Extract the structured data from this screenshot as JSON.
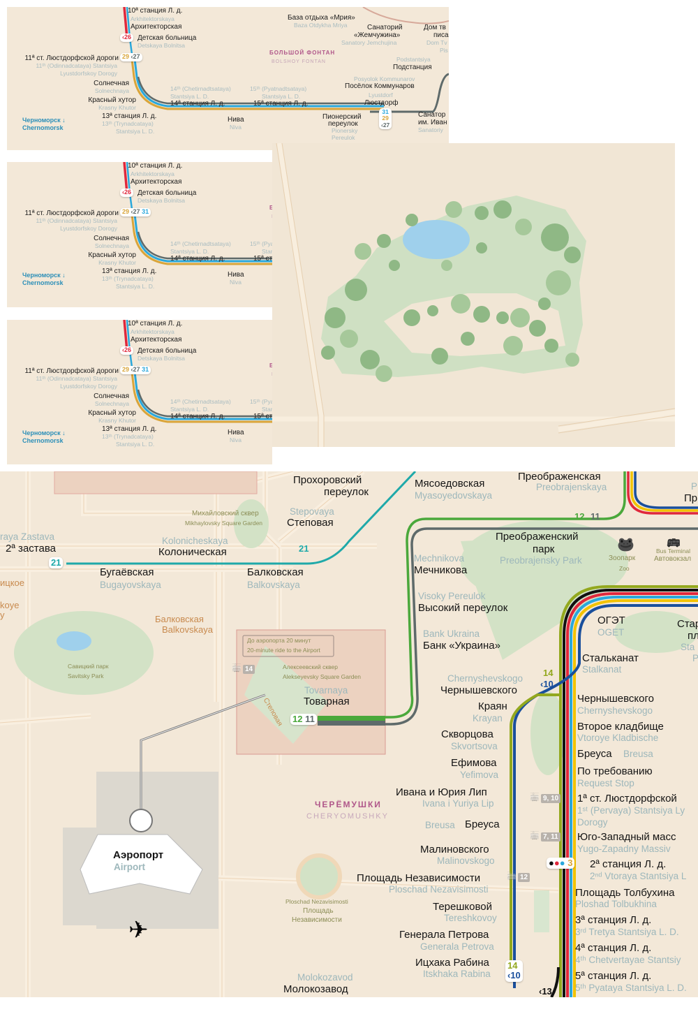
{
  "colors": {
    "background": "#f3e8d8",
    "line_gold": "#d9a53a",
    "line_cyan": "#2aa8dc",
    "line_red": "#e0283c",
    "line_black": "#111111",
    "line_green": "#4aa83b",
    "line_gray": "#5e6a6a",
    "line_teal": "#1fa9a9",
    "line_olive": "#93a81e",
    "line_navy": "#1a4f9c",
    "line_yellow": "#f2c200"
  },
  "top": {
    "st10": "10ª станция Л. д.",
    "arkh_t": "Arkhitektorskaya",
    "arkh": "Архитекторская",
    "detsk": "Детская больница",
    "detsk_t": "Detskaya Bolnitsa",
    "st11": "11ª ст. Люстдорфской дороги",
    "st11_t1": "11ᵗʰ (Odinnadcataya) Stantsiya",
    "st11_t2": "Lyustdorfskoy Dorogy",
    "soln": "Солнечная",
    "soln_t": "Solnechnaya",
    "kras": "Красный хутор",
    "kras_t": "Krasny Khutor",
    "chern": "Черноморск ↓",
    "chern_t": "Chernomorsk",
    "st13": "13ª станция Л. д.",
    "st13_t1": "13ᵗʰ (Trynadcataya)",
    "st13_t2": "Stantsiya L. D.",
    "st14_t1": "14ᵗʰ (Chetirnadtsataya)",
    "st14_t2": "Stantsiya L. D.",
    "st14": "14ª станция Л. д.",
    "st15_t1": "15ᵗʰ (Pyatnadtsataya)",
    "st15_t2": "Stantsiya L. D.",
    "st15": "15ª станция Л. д.",
    "niva": "Нива",
    "niva_t": "Niva",
    "pion1": "Пионерский",
    "pion2": "переулок",
    "pion_t1": "Pionersky",
    "pion_t2": "Pereulok",
    "lyust_t": "Lyustdorf",
    "lyust": "Люстдорф",
    "posk_t": "Posyolok Kommunarov",
    "posk": "Посёлок Коммунаров",
    "podst_t": "Podstantsiya",
    "podst": "Подстанция",
    "sanat1": "Санатор",
    "sanat2": "им. Иван",
    "sanat_t": "Sanatoriy",
    "bf": "БОЛЬШОЙ ФОНТАН",
    "bf_t": "BOLSHOY FONTAN",
    "mriya": "База отдыха «Мрия»",
    "mriya_t": "Baza Otdykha Mriya",
    "jem1": "Санаторий",
    "jem2": "«Жемчужина»",
    "jem_t": "Sanatory Jemchujina",
    "dom1": "Дом тв",
    "dom2": "писа",
    "dom_t1": "Dom Tv",
    "dom_t2": "Pis",
    "b26": "‹26",
    "b29": "29",
    "b27": "‹27",
    "b31": "31"
  },
  "bottom": {
    "prokh1": "Прохоровский",
    "prokh2": "переулок",
    "myas": "Мясоедовская",
    "myas_t": "Myasoyedovskaya",
    "preob": "Преображенская",
    "preob_t": "Preobrajenskaya",
    "pr": "Пр",
    "p1": "P",
    "mikh": "Михайловский сквер",
    "mikh_t": "Mikhaylovsky Square Garden",
    "step_t": "Stepovaya",
    "step": "Степовая",
    "l12": "12",
    "l11": "11",
    "zast_t": "raya Zastava",
    "zast": "2ª застава",
    "kolon_t": "Kolonicheskaya",
    "kolon": "Колоническая",
    "l21": "21",
    "b21": "21",
    "bug": "Бугаёвская",
    "bug_t": "Bugayovskaya",
    "balk": "Балковская",
    "balk_t": "Balkovskaya",
    "itskoe": "ицкое",
    "koye": "koye",
    "y": "y",
    "ppark1": "Преображенский",
    "ppark2": "парк",
    "ppark_t": "Preobrajensky Park",
    "mech_t": "Mechnikova",
    "mech": "Мечникова",
    "zoo": "Зоопарк",
    "zoo_t": "Zoo",
    "bus_t": "Bus Terminal",
    "bus": "Автовокзал",
    "vys_t": "Visoky Pereulok",
    "vys": "Высокий переулок",
    "oget": "ОГЭТ",
    "oget_t": "OGET",
    "star": "Стар",
    "pl": "пл",
    "sta": "Sta",
    "p2": "P",
    "balk2": "Балковская",
    "balk2_t": "Balkovskaya",
    "bank_t": "Bank Ukraina",
    "bank": "Банк «Украина»",
    "stalk": "Стальканат",
    "stalk_t": "Stalkanat",
    "air1": "До аэропорта 20 минут",
    "air2": "20-minute ride to the Airport",
    "t14": "14",
    "alex": "Алексеевский сквер",
    "alex_t": "Alekseyevsky Square Garden",
    "tov_t": "Tovarnaya",
    "tov": "Товарная",
    "step_st": "Степовая",
    "step_st_t": "Stepovaya",
    "sav": "Савицкий парк",
    "sav_t": "Savitsky Park",
    "chy_t": "Chernyshevskogo",
    "chy": "Чернышевского",
    "l14": "14",
    "l10": "‹10",
    "chy2": "Чернышевского",
    "chy2_t": "Chernyshevskogo",
    "kray": "Краян",
    "kray_t": "Krayan",
    "vtor": "Второе кладбище",
    "vtor_t": "Vtoroye Kladbische",
    "skv": "Скворцова",
    "skv_t": "Skvortsova",
    "breu": "Бреуса",
    "breu_t": "Breusa",
    "efim": "Ефимова",
    "efim_t": "Yefimova",
    "req": "По требованию",
    "req_t": "Request Stop",
    "lip": "Ивана и Юрия Лип",
    "lip_t": "Ivana i Yuriya Lip",
    "cher": "ЧЕРЁМУШКИ",
    "cher_t": "CHERYOMUSHKY",
    "t910": "9, 10",
    "st1": "1ª ст. Люстдорфской",
    "st1_t1": "1ˢᵗ (Pervaya) Stantsiya Ly",
    "st1_t2": "Dorogy",
    "breu2_t": "Breusa",
    "breu2": "Бреуса",
    "t711": "7, 11",
    "yugo": "Юго-Западный масс",
    "yugo_t": "Yugo-Zapadny Massiv",
    "malin": "Малиновского",
    "malin_t": "Malinovskogo",
    "b3": "3",
    "st2": "2ª станция Л. д.",
    "st2_t": "2ⁿᵈ Vtoraya Stantsiya L",
    "pnez": "Площадь Независимости",
    "pnez_t": "Ploschad Nezavisimosti",
    "t12": "12",
    "tolb": "Площадь Толбухина",
    "tolb_t": "Ploshad Tolbukhina",
    "pnez_s_t": "Ploschad Nezavisimosti",
    "pnez_s1": "Площадь",
    "pnez_s2": "Независимости",
    "tersh": "Терешковой",
    "tersh_t": "Tereshkovoy",
    "st3": "3ª станция Л. д.",
    "st3_t": "3ʳᵈ Tretya Stantsiya L. D.",
    "genp": "Генерала Петрова",
    "genp_t": "Generala Petrova",
    "st4": "4ª станция Л. д.",
    "st4_t": "4ᵗʰ Chetvertayae Stantsiy",
    "rab": "Ицхака Рабина",
    "rab_t": "Itskhaka Rabina",
    "b14": "14",
    "b10": "‹10",
    "st5": "5ª станция Л. д.",
    "st5_t": "5ᵗʰ Pyataya Stantsiya L. D.",
    "molo_t": "Molokozavod",
    "molo": "Молокозавод",
    "l13": "‹13",
    "airport": "Аэропорт",
    "airport_t": "Airport",
    "icons": [
      "frog-zoo-icon",
      "bus-icon",
      "tram-icon",
      "airplane-icon"
    ]
  }
}
